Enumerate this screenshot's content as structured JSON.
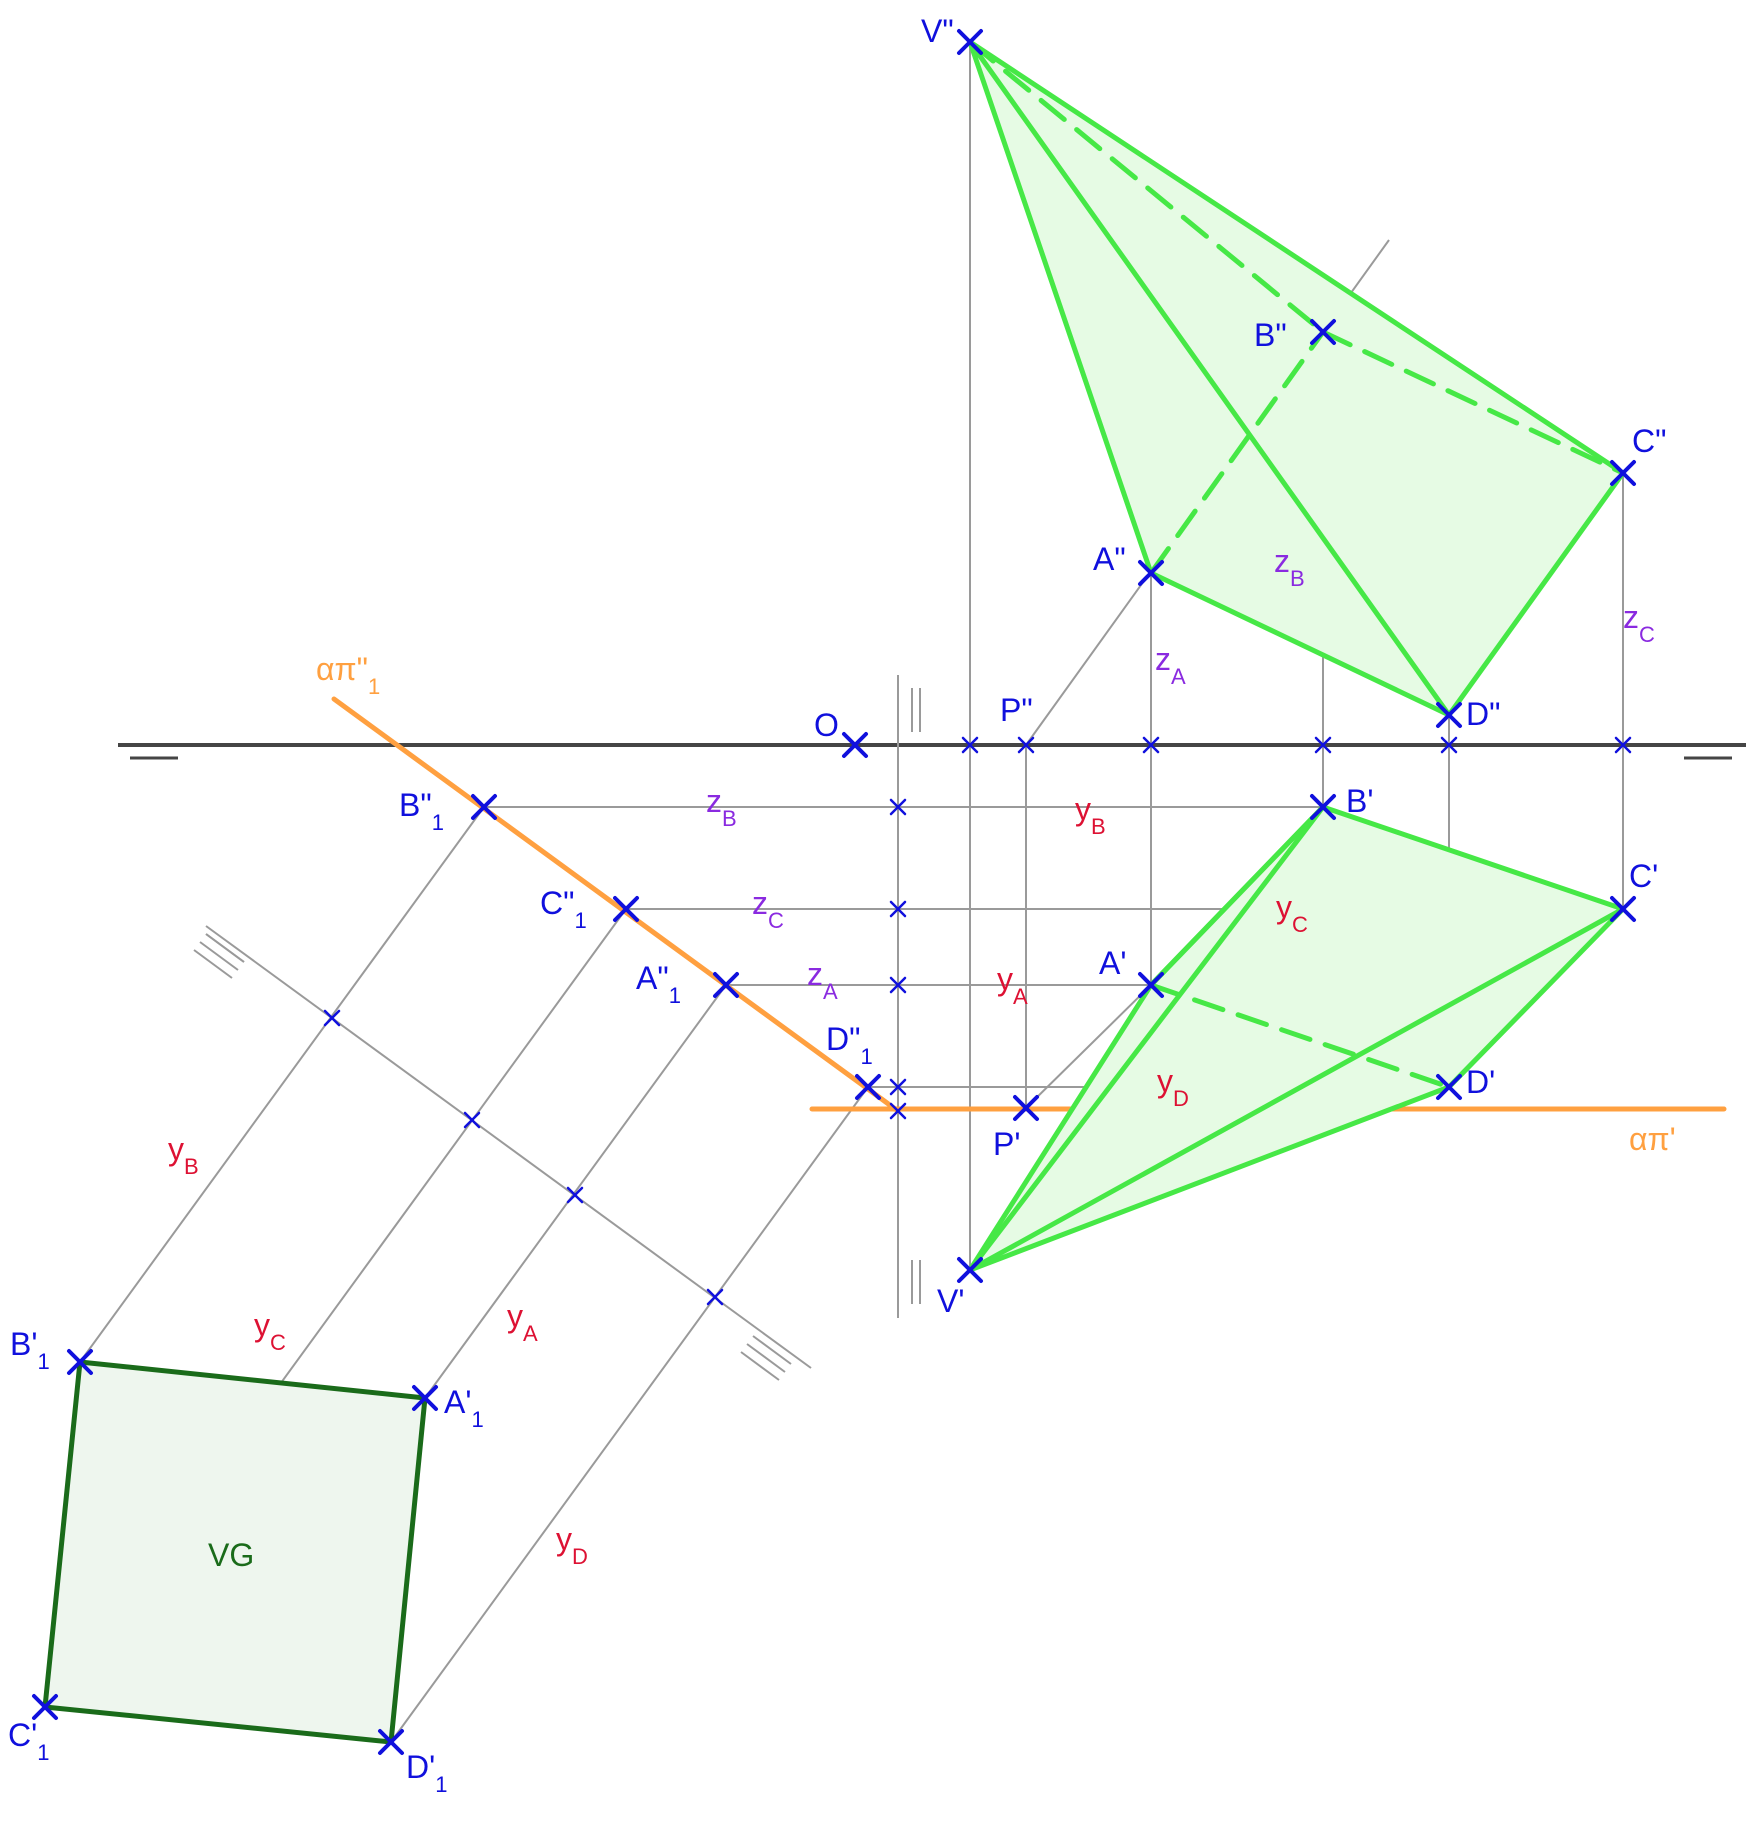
{
  "colors": {
    "pyramid": "#46e846",
    "pyramid_fill": "#e6fbe4",
    "true_shape": "#1a6b1a",
    "true_shape_fill": "#eef6ee",
    "trace": "#ffa040",
    "construction": "#9a9a9a",
    "ground_line": "#454545",
    "marker": "#1010dd",
    "point_label": "#1010dd",
    "z_label": "#8a2ae0",
    "y_label": "#dd1133",
    "true_shape_label": "#1a6b1a"
  },
  "points": [
    {
      "name": "V-elevation",
      "text": "V\"",
      "sub": ""
    },
    {
      "name": "B-elevation",
      "text": "B\"",
      "sub": ""
    },
    {
      "name": "C-elevation",
      "text": "C\"",
      "sub": ""
    },
    {
      "name": "A-elevation",
      "text": "A\"",
      "sub": ""
    },
    {
      "name": "D-elevation",
      "text": "D\"",
      "sub": ""
    },
    {
      "name": "origin",
      "text": "O",
      "sub": ""
    },
    {
      "name": "P-elevation",
      "text": "P\"",
      "sub": ""
    },
    {
      "name": "B-plan",
      "text": "B'",
      "sub": ""
    },
    {
      "name": "C-plan",
      "text": "C'",
      "sub": ""
    },
    {
      "name": "A-plan",
      "text": "A'",
      "sub": ""
    },
    {
      "name": "D-plan",
      "text": "D'",
      "sub": ""
    },
    {
      "name": "P-plan",
      "text": "P'",
      "sub": ""
    },
    {
      "name": "V-plan",
      "text": "V'",
      "sub": ""
    },
    {
      "name": "B-elevation-1",
      "text": "B\"",
      "sub": "1"
    },
    {
      "name": "C-elevation-1",
      "text": "C\"",
      "sub": "1"
    },
    {
      "name": "A-elevation-1",
      "text": "A\"",
      "sub": "1"
    },
    {
      "name": "D-elevation-1",
      "text": "D\"",
      "sub": "1"
    },
    {
      "name": "B-plan-1",
      "text": "B'",
      "sub": "1"
    },
    {
      "name": "A-plan-1",
      "text": "A'",
      "sub": "1"
    },
    {
      "name": "C-plan-1",
      "text": "C'",
      "sub": "1"
    },
    {
      "name": "D-plan-1",
      "text": "D'",
      "sub": "1"
    }
  ],
  "measures": [
    {
      "text": "z",
      "sub": "B",
      "kind": "z"
    },
    {
      "text": "z",
      "sub": "C",
      "kind": "z"
    },
    {
      "text": "z",
      "sub": "A",
      "kind": "z"
    },
    {
      "text": "z",
      "sub": "B",
      "kind": "z"
    },
    {
      "text": "z",
      "sub": "C",
      "kind": "z"
    },
    {
      "text": "z",
      "sub": "A",
      "kind": "z"
    },
    {
      "text": "y",
      "sub": "B",
      "kind": "y"
    },
    {
      "text": "y",
      "sub": "C",
      "kind": "y"
    },
    {
      "text": "y",
      "sub": "A",
      "kind": "y"
    },
    {
      "text": "y",
      "sub": "D",
      "kind": "y"
    },
    {
      "text": "y",
      "sub": "B",
      "kind": "y"
    },
    {
      "text": "y",
      "sub": "C",
      "kind": "y"
    },
    {
      "text": "y",
      "sub": "A",
      "kind": "y"
    },
    {
      "text": "y",
      "sub": "D",
      "kind": "y"
    }
  ],
  "traces": [
    {
      "name": "plane-trace-auxiliary-label",
      "text": "απ\"",
      "sub": "1"
    },
    {
      "name": "plane-trace-plan-label",
      "text": "απ'",
      "sub": ""
    }
  ],
  "true_shape_label": "VG"
}
